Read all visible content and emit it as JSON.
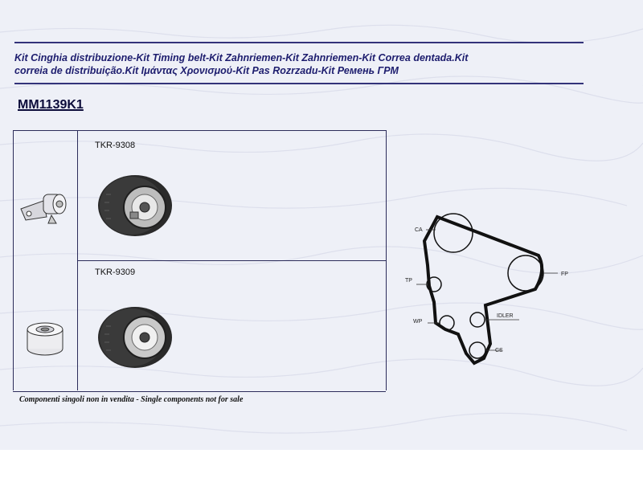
{
  "title_lines": [
    "Kit Cinghia distribuzione-Kit Timing belt-Kit Zahnriemen-Kit Zahnriemen-Kit Correa dentada.Kit",
    "correia de distribuição.Kit Ιμάντας Χρονισμού-Kit Pas Rozrzadu-Kit Ремень ГРМ"
  ],
  "kit_code": "MM1139K1",
  "components": [
    {
      "reference": "TKR-9308"
    },
    {
      "reference": "TKR-9309"
    }
  ],
  "diagram_labels": {
    "ca": "CA",
    "fp": "FP",
    "tp": "TP",
    "wp": "WP",
    "idler": "IDLER",
    "cs": "CS"
  },
  "footnote": "Componenti singoli non in vendita - Single components not for sale",
  "colors": {
    "title": "#1d1d6e",
    "rules": "#33337a",
    "background": "#eef0f7"
  }
}
